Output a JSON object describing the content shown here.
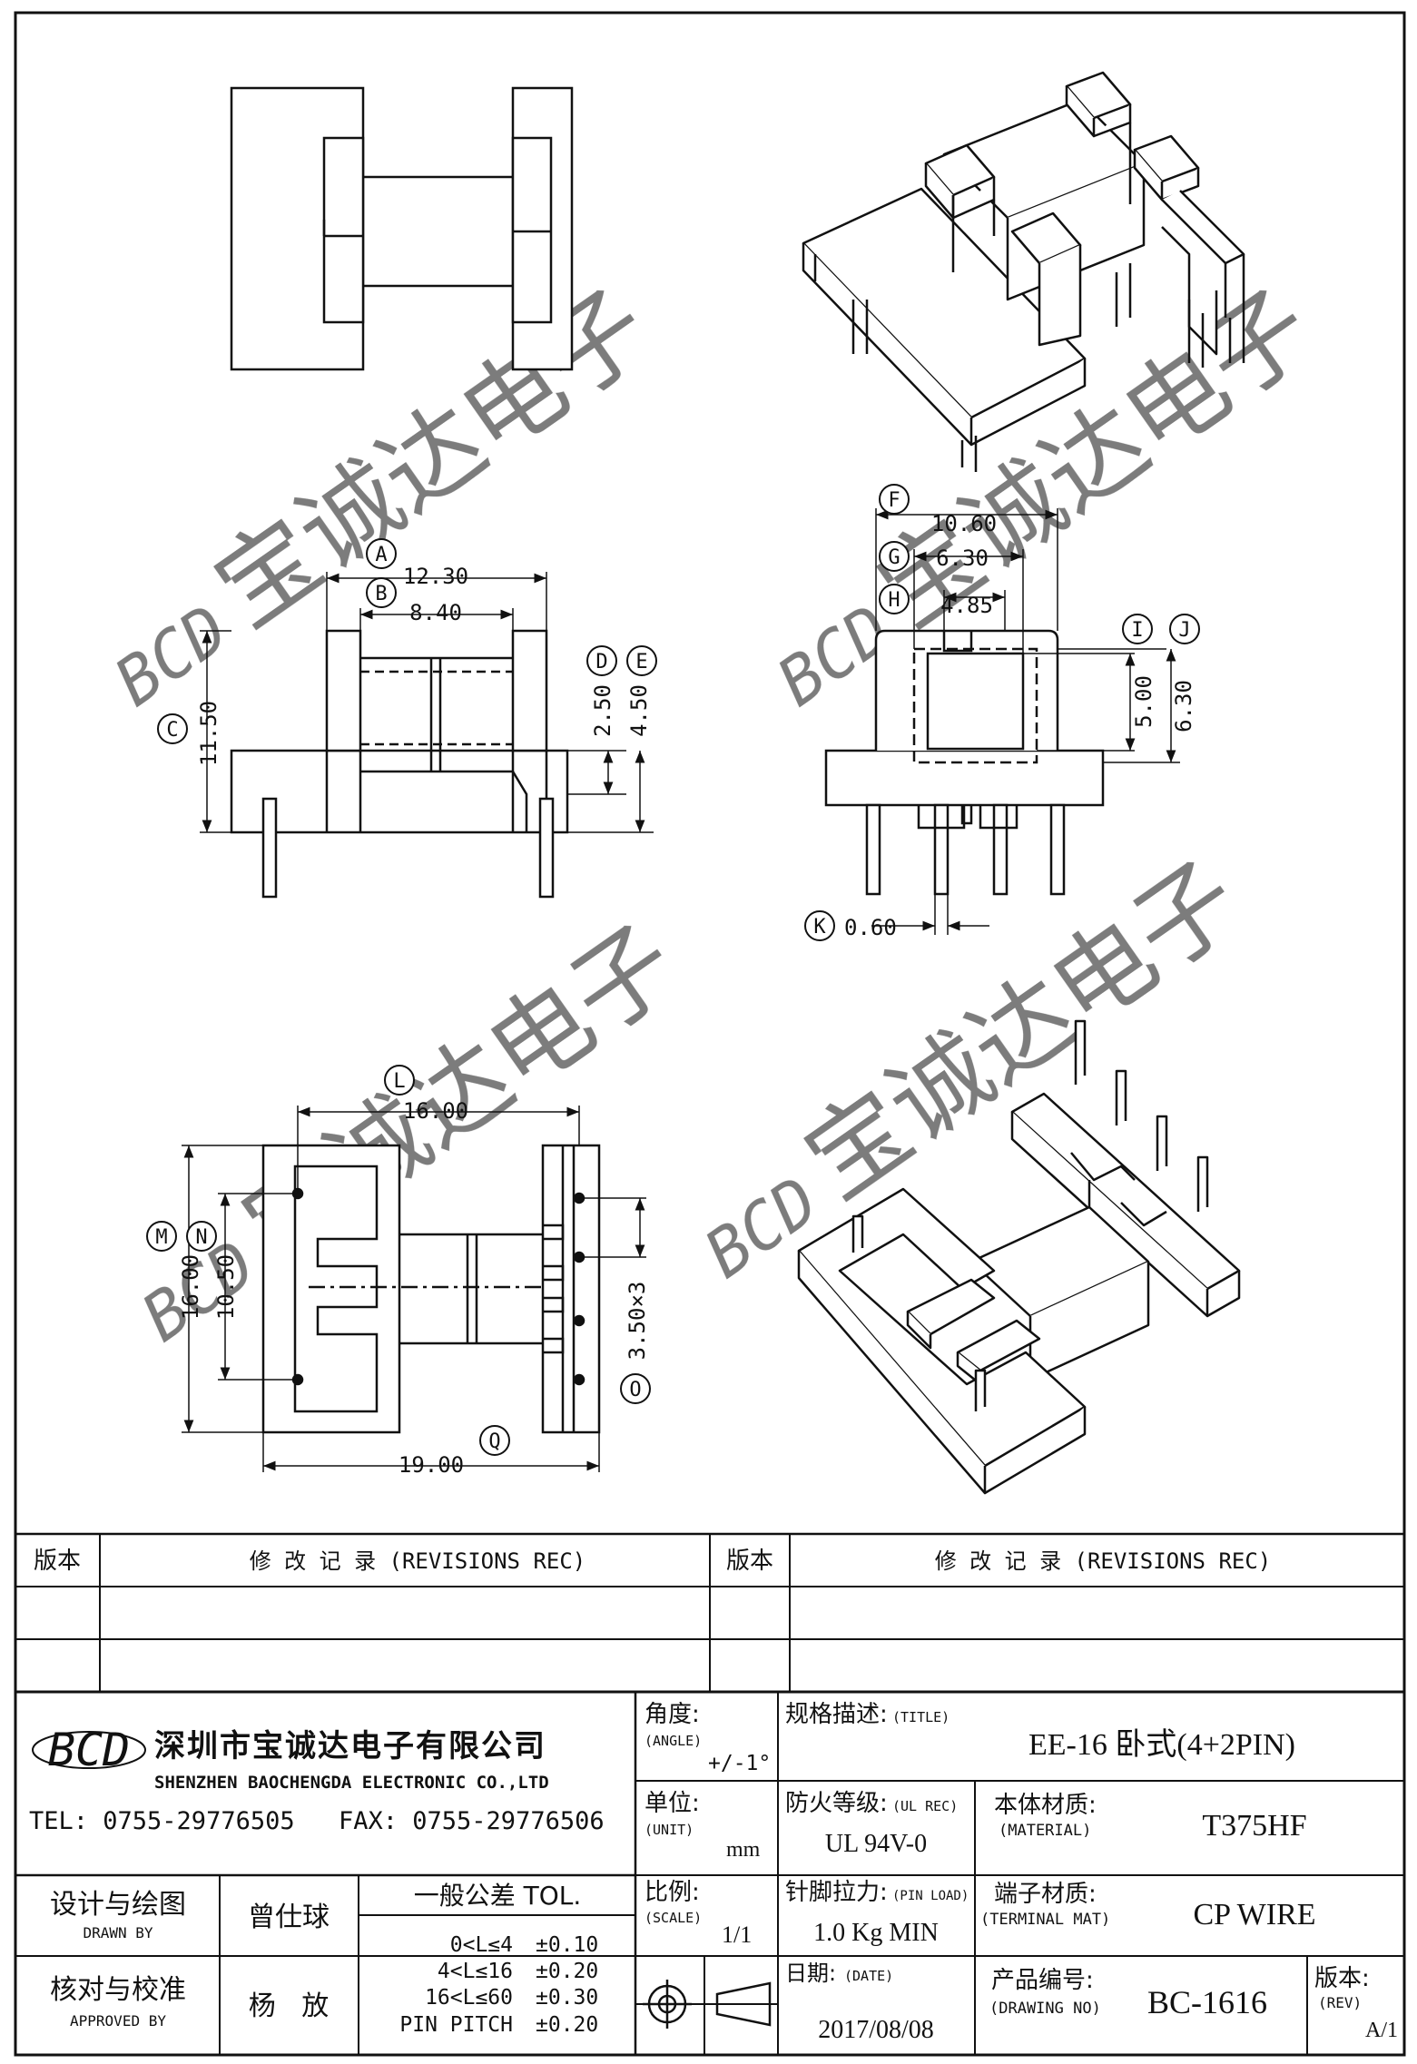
{
  "watermark": {
    "logo": "BCD",
    "text": "宝诚达电子"
  },
  "dimensions": {
    "front": {
      "A": {
        "letter": "A",
        "value": "12.30"
      },
      "B": {
        "letter": "B",
        "value": "8.40"
      },
      "C": {
        "letter": "C",
        "value": "11.50"
      },
      "D": {
        "letter": "D",
        "value": "2.50"
      },
      "E": {
        "letter": "E",
        "value": "4.50"
      }
    },
    "side": {
      "F": {
        "letter": "F",
        "value": "10.60"
      },
      "G": {
        "letter": "G",
        "value": "6.30"
      },
      "H": {
        "letter": "H",
        "value": "4.85"
      },
      "I": {
        "letter": "I",
        "value": "5.00"
      },
      "J": {
        "letter": "J",
        "value": "6.30"
      },
      "K": {
        "letter": "K",
        "value": "0.60"
      }
    },
    "bottom": {
      "L": {
        "letter": "L",
        "value": "16.00"
      },
      "M": {
        "letter": "M",
        "value": "16.00"
      },
      "N": {
        "letter": "N",
        "value": "10.50"
      },
      "O": {
        "letter": "O",
        "value": "3.50×3"
      },
      "Q": {
        "letter": "Q",
        "value": "19.00"
      }
    }
  },
  "revisions": {
    "version_label": "版本",
    "record_label": "修  改  记  录  (REVISIONS REC)"
  },
  "company": {
    "logo": "BCD",
    "name_cn": "深圳市宝诚达电子有限公司",
    "name_en": "SHENZHEN BAOCHENGDA ELECTRONIC CO.,LTD",
    "tel": "TEL: 0755-29776505",
    "fax": "FAX: 0755-29776506"
  },
  "title_block": {
    "angle_label": "角度:",
    "angle_en": "(ANGLE)",
    "angle_value": "+/-1°",
    "unit_label": "单位:",
    "unit_en": "(UNIT)",
    "unit_value": "mm",
    "scale_label": "比例:",
    "scale_en": "(SCALE)",
    "scale_value": "1/1",
    "title_label": "规格描述:",
    "title_en": "(TITLE)",
    "title_value": "EE-16 卧式(4+2PIN)",
    "ul_label": "防火等级:",
    "ul_en": "(UL REC)",
    "ul_value": "UL 94V-0",
    "material_label": "本体材质:",
    "material_en": "(MATERIAL)",
    "material_value": "T375HF",
    "pinload_label": "针脚拉力:",
    "pinload_en": "(PIN LOAD)",
    "pinload_value": "1.0 Kg MIN",
    "terminal_label": "端子材质:",
    "terminal_en": "(TERMINAL MAT)",
    "terminal_value": "CP WIRE",
    "date_label": "日期:",
    "date_en": "(DATE)",
    "date_value": "2017/08/08",
    "drawing_no_label": "产品编号:",
    "drawing_no_en": "(DRAWING NO)",
    "drawing_no_value": "BC-1616",
    "rev_label": "版本:",
    "rev_en": "(REV)",
    "rev_value": "A/1",
    "drawn_label": "设计与绘图",
    "drawn_en": "DRAWN BY",
    "drawn_name": "曾仕球",
    "approved_label": "核对与校准",
    "approved_en": "APPROVED BY",
    "approved_name": "杨   放",
    "tol_title": "一般公差 TOL.",
    "tolerances": [
      {
        "range": "0<L≤4",
        "value": "±0.10"
      },
      {
        "range": "4<L≤16",
        "value": "±0.20"
      },
      {
        "range": "16<L≤60",
        "value": "±0.30"
      },
      {
        "range": "PIN PITCH",
        "value": "±0.20"
      }
    ]
  }
}
